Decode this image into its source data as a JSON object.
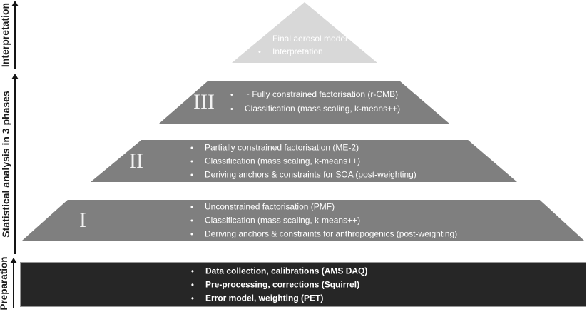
{
  "side_labels": {
    "interpretation": "Interpretation",
    "statistical_analysis": "Statistical analysis in 3 phases",
    "preparation": "Preparation"
  },
  "bullet_char": "•",
  "pyramid": {
    "top": {
      "items": [
        "Final aerosol model",
        "Interpretation"
      ]
    },
    "phase3": {
      "numeral": "III",
      "items": [
        "~ Fully constrained factorisation (r-CMB)",
        "Classification (mass scaling, k-means++)"
      ]
    },
    "phase2": {
      "numeral": "II",
      "items": [
        "Partially constrained factorisation (ME-2)",
        "Classification (mass scaling, k-means++)",
        "Deriving anchors & constraints for SOA (post-weighting)"
      ]
    },
    "phase1": {
      "numeral": "I",
      "items": [
        "Unconstrained factorisation (PMF)",
        "Classification (mass scaling, k-means++)",
        "Deriving anchors & constraints for anthropogenics (post-weighting)"
      ]
    },
    "preparation_box": {
      "items": [
        "Data collection, calibrations (AMS DAQ)",
        "Pre-processing, corrections (Squirrel)",
        "Error model, weighting (PET)"
      ]
    }
  },
  "colors": {
    "level_gray": "#7f7f7f",
    "top_light_gray": "#d8d8d8",
    "base_dark": "#262626",
    "text_on_shapes": "#ffffff",
    "side_label_text": "#1c1c1c"
  }
}
